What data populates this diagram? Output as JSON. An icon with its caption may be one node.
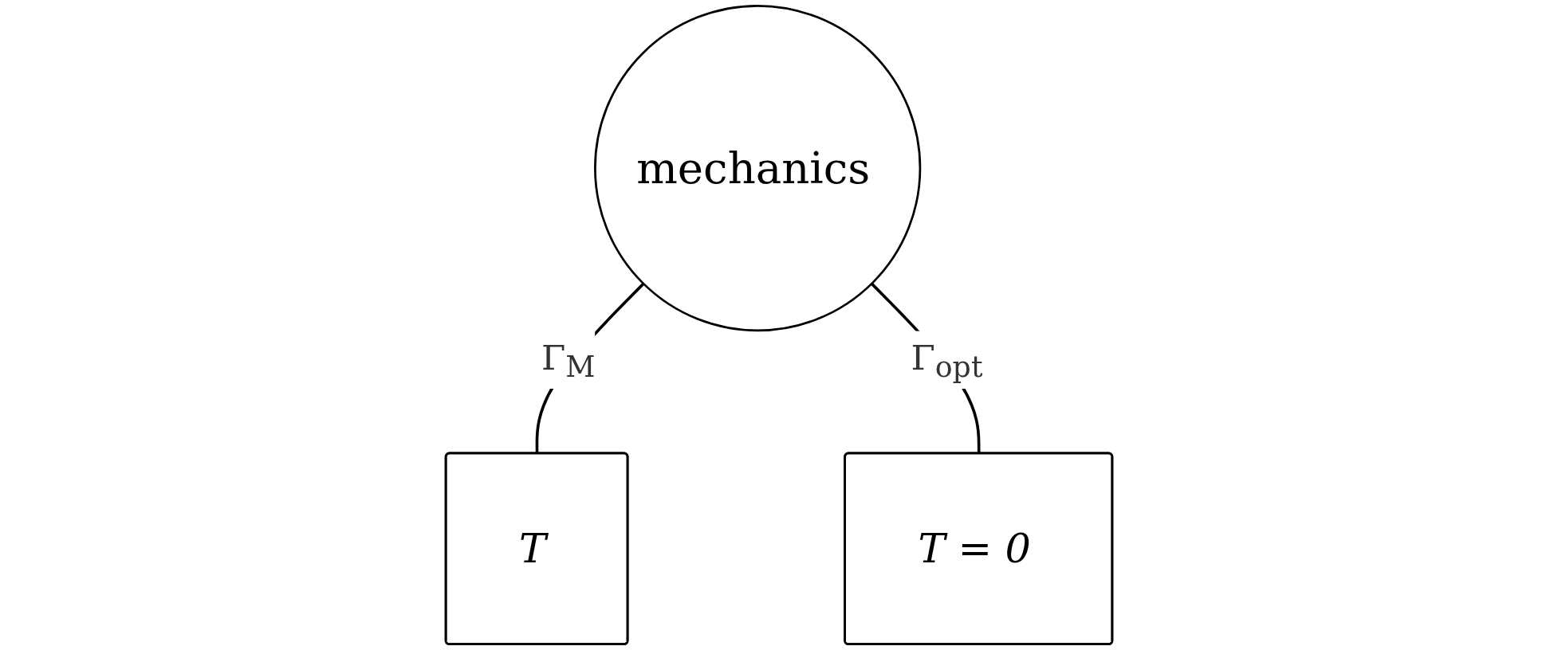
{
  "diagram": {
    "nodes": [
      {
        "text": [
          "mechanics"
        ]
      },
      {
        "text": [
          "T"
        ]
      },
      {
        "text": [
          "T = 0"
        ]
      }
    ],
    "edges": [
      {
        "from": 0,
        "to": 1,
        "arrow": "none",
        "label": "Γ$_{M}$"
      },
      {
        "from": 0,
        "to": 2,
        "arrow": "none",
        "label": "Γ$_{opt}$"
      }
    ]
  }
}
